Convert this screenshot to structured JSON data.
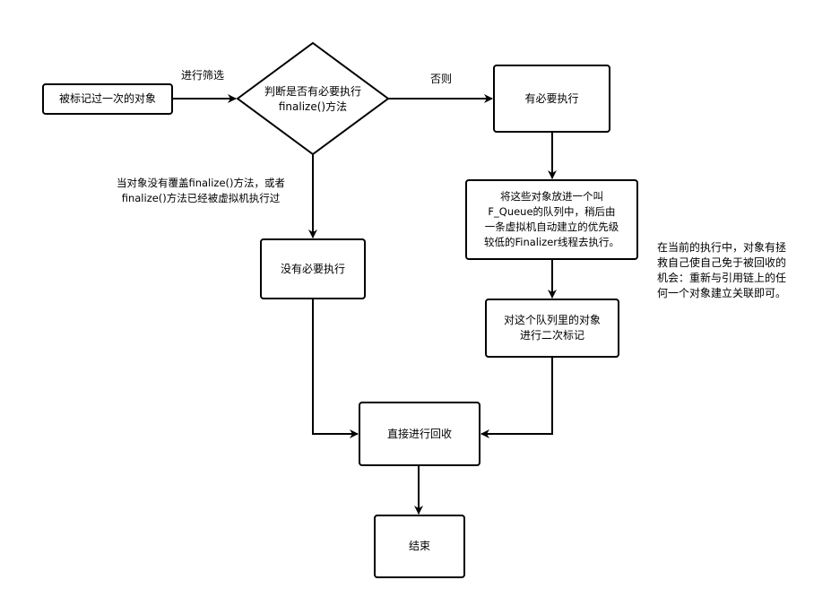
{
  "nodes": {
    "marked_once": "被标记过一次的对象",
    "decision": [
      "判断是否有必要执行",
      "finalize()方法"
    ],
    "must_execute": "有必要执行",
    "no_need": "没有必要执行",
    "queue": [
      "将这些对象放进一个叫",
      "F_Queue的队列中，稍后由",
      "一条虚拟机自动建立的优先级",
      "较低的Finalizer线程去执行。"
    ],
    "second_mark": [
      "对这个队列里的对象",
      "进行二次标记"
    ],
    "recycle": "直接进行回收",
    "end": "结束"
  },
  "edge_labels": {
    "filter": "进行筛选",
    "otherwise": "否则",
    "condition": [
      "当对象没有覆盖finalize()方法，或者",
      "finalize()方法已经被虚拟机执行过"
    ]
  },
  "note": [
    "在当前的执行中，对象有拯",
    "救自己使自己免于被回收的",
    "机会：重新与引用链上的任",
    "何一个对象建立关联即可。"
  ],
  "colors": {
    "stroke": "#000000",
    "background": "#ffffff"
  }
}
